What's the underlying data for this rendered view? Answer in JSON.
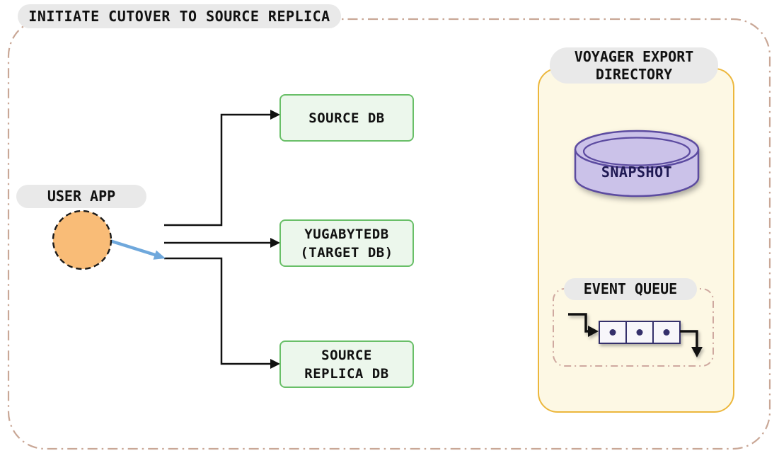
{
  "title": "INITIATE CUTOVER TO SOURCE REPLICA",
  "user_app": {
    "label": "USER APP",
    "icon": "user-app-circle"
  },
  "databases": [
    {
      "line1": "SOURCE DB",
      "line2": ""
    },
    {
      "line1": "YUGABYTEDB",
      "line2": "(TARGET DB)"
    },
    {
      "line1": "SOURCE",
      "line2": "REPLICA DB"
    }
  ],
  "connections": [
    {
      "from": "USER APP",
      "to": "SOURCE DB",
      "style": "black-elbow-arrow"
    },
    {
      "from": "USER APP",
      "to": "YUGABYTEDB (TARGET DB)",
      "style": "black-straight-arrow"
    },
    {
      "from": "USER APP",
      "to": "SOURCE REPLICA DB",
      "style": "black-elbow-arrow"
    },
    {
      "from": "USER APP",
      "to": "SOURCE REPLICA DB line",
      "style": "blue-highlight-arrow"
    }
  ],
  "voyager_panel": {
    "title_line1": "VOYAGER EXPORT",
    "title_line2": "DIRECTORY",
    "snapshot": {
      "label": "SNAPSHOT",
      "icon": "database-cylinder-icon"
    },
    "event_queue": {
      "label": "EVENT QUEUE",
      "icon": "queue-cells-icon",
      "cell_count": 3
    }
  },
  "colors": {
    "outer_border": "#c9a796",
    "label_pill_bg": "#e9e9e9",
    "db_box_bg": "#ecf7ec",
    "db_box_border": "#69bf68",
    "user_app_fill": "#f9bc77",
    "arrow_black": "#111111",
    "arrow_blue": "#6fa8dc",
    "panel_bg": "#fdf8e4",
    "panel_border": "#ecb73c",
    "cylinder_fill": "#cbc2e9",
    "cylinder_border": "#5c4ba0",
    "queue_cell_fill": "#f7f6fa",
    "queue_cell_border": "#34306b"
  }
}
